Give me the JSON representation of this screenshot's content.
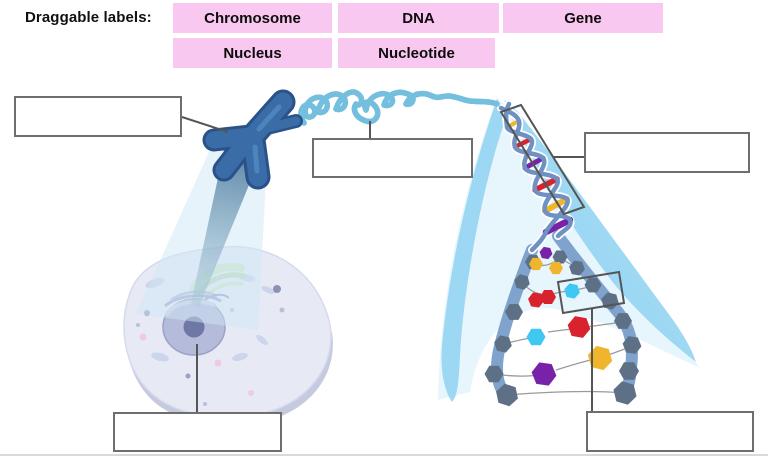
{
  "prompt_label": "Draggable labels:",
  "draggable_labels": [
    {
      "id": "chromosome",
      "text": "Chromosome"
    },
    {
      "id": "dna",
      "text": "DNA"
    },
    {
      "id": "gene",
      "text": "Gene"
    },
    {
      "id": "nucleus",
      "text": "Nucleus"
    },
    {
      "id": "nucleotide",
      "text": "Nucleotide"
    }
  ],
  "drop_zones": [
    {
      "id": "chromosome-target",
      "value": ""
    },
    {
      "id": "dna-target",
      "value": ""
    },
    {
      "id": "gene-target",
      "value": ""
    },
    {
      "id": "nucleus-target",
      "value": ""
    },
    {
      "id": "nucleotide-target",
      "value": ""
    }
  ],
  "palette": {
    "label_chip_bg": "#f9c8f0",
    "drop_box_border": "#6e6e6e",
    "leader_line": "#555555",
    "chromosome_blue": "#3a6ca8",
    "coil_light_blue": "#74bede",
    "helix_strand_blue": "#6e90c2",
    "backbone_blue": "#7fa3cc",
    "phosphate_slate": "#5d7085",
    "base_red": "#d8222d",
    "base_yellow": "#efb52c",
    "base_purple": "#7722a8",
    "base_cyan": "#3ec8f2",
    "cell_body": "#e7e9f5",
    "nucleus_fill": "#b5bbda",
    "beam_blue": "#45759c",
    "cone_glow": "#93d4f2"
  }
}
